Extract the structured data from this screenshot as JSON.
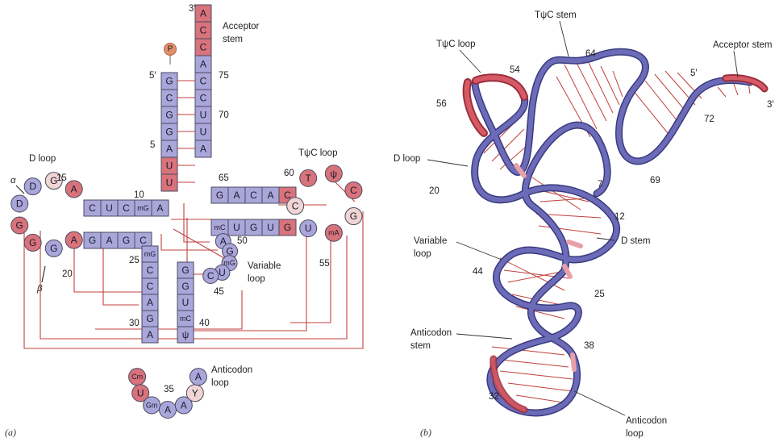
{
  "colors": {
    "purple": "#a9a6da",
    "red": "#d9737b",
    "pink": "#f0d5d3",
    "bond": "#c0403c",
    "tube": "#5a5aa0",
    "tube_red": "#c44a58"
  },
  "panel_a": {
    "caption": "(a)",
    "labels": {
      "three_prime": "3′",
      "five_prime": "5′",
      "phosphate": "P",
      "acceptor": [
        "Acceptor",
        "stem"
      ],
      "d_loop": "D loop",
      "tpsic_loop": "TψC loop",
      "variable": [
        "Variable",
        "loop"
      ],
      "anticodon": [
        "Anticodon",
        "loop"
      ],
      "alpha": "α",
      "beta": "β"
    },
    "numbers": [
      "75",
      "70",
      "5",
      "65",
      "60",
      "15",
      "10",
      "50",
      "55",
      "25",
      "20",
      "45",
      "30",
      "40",
      "35"
    ],
    "acceptor_3": [
      {
        "t": "A",
        "c": "red"
      },
      {
        "t": "C",
        "c": "red"
      },
      {
        "t": "C",
        "c": "red"
      },
      {
        "t": "A",
        "c": "purple"
      },
      {
        "t": "C",
        "c": "purple"
      },
      {
        "t": "C",
        "c": "purple"
      },
      {
        "t": "U",
        "c": "purple"
      },
      {
        "t": "U",
        "c": "purple"
      },
      {
        "t": "A",
        "c": "purple"
      }
    ],
    "acceptor_5": [
      {
        "t": "G",
        "c": "purple"
      },
      {
        "t": "C",
        "c": "purple"
      },
      {
        "t": "G",
        "c": "purple"
      },
      {
        "t": "G",
        "c": "purple"
      },
      {
        "t": "A",
        "c": "purple"
      },
      {
        "t": "U",
        "c": "red"
      },
      {
        "t": "U",
        "c": "red"
      }
    ],
    "d_stem_top": [
      {
        "t": "A"
      },
      {
        "t": "mG"
      },
      {
        "t": "C"
      },
      {
        "t": "U"
      },
      {
        "t": "C"
      }
    ],
    "d_stem_bottom": [
      {
        "t": "G"
      },
      {
        "t": "A"
      },
      {
        "t": "G"
      },
      {
        "t": "C"
      }
    ],
    "d_loop": [
      {
        "t": "A",
        "c": "red"
      },
      {
        "t": "G",
        "c": "pink"
      },
      {
        "t": "D",
        "c": "purple"
      },
      {
        "t": "D",
        "c": "purple"
      },
      {
        "t": "G",
        "c": "red"
      },
      {
        "t": "G",
        "c": "red"
      },
      {
        "t": "G",
        "c": "purple"
      },
      {
        "t": "A",
        "c": "red"
      }
    ],
    "t_stem_top": [
      {
        "t": "G"
      },
      {
        "t": "A"
      },
      {
        "t": "C"
      },
      {
        "t": "A"
      },
      {
        "t": "C",
        "c": "red"
      }
    ],
    "t_stem_bottom": [
      {
        "t": "mC"
      },
      {
        "t": "U"
      },
      {
        "t": "G"
      },
      {
        "t": "U"
      },
      {
        "t": "G",
        "c": "red"
      }
    ],
    "t_loop": [
      {
        "t": "C",
        "c": "pink"
      },
      {
        "t": "U",
        "c": "purple"
      },
      {
        "t": "mA",
        "c": "red"
      },
      {
        "t": "G",
        "c": "pink"
      },
      {
        "t": "C",
        "c": "red"
      },
      {
        "t": "ψ",
        "c": "red"
      },
      {
        "t": "T",
        "c": "red"
      }
    ],
    "variable_loop": [
      {
        "t": "A"
      },
      {
        "t": "G"
      },
      {
        "t": "mG"
      },
      {
        "t": "U"
      },
      {
        "t": "C"
      }
    ],
    "ac_stem_left": [
      {
        "t": "mG"
      },
      {
        "t": "C"
      },
      {
        "t": "C"
      },
      {
        "t": "A"
      },
      {
        "t": "G"
      },
      {
        "t": "A"
      }
    ],
    "ac_stem_right": [
      {
        "t": "G",
        "c": "purple"
      },
      {
        "t": "G"
      },
      {
        "t": "U"
      },
      {
        "t": "mC"
      },
      {
        "t": "ψ"
      }
    ],
    "ac_loop": [
      {
        "t": "Cm",
        "c": "red"
      },
      {
        "t": "U",
        "c": "red"
      },
      {
        "t": "Gm",
        "c": "purple"
      },
      {
        "t": "A",
        "c": "purple"
      },
      {
        "t": "A",
        "c": "purple"
      },
      {
        "t": "Y",
        "c": "pink"
      },
      {
        "t": "A",
        "c": "purple"
      }
    ]
  },
  "panel_b": {
    "caption": "(b)",
    "labels": {
      "tpsic_loop": "TψC loop",
      "tpsic_stem": "TψC stem",
      "acceptor_stem": "Acceptor stem",
      "five_prime": "5′",
      "three_prime": "3′",
      "d_loop": "D loop",
      "d_stem": "D stem",
      "variable": [
        "Variable",
        "loop"
      ],
      "anticodon_stem": [
        "Anticodon",
        "stem"
      ],
      "anticodon_loop": [
        "Anticodon",
        "loop"
      ]
    },
    "numbers": [
      "54",
      "64",
      "56",
      "72",
      "7",
      "69",
      "20",
      "12",
      "44",
      "25",
      "38",
      "32"
    ]
  }
}
